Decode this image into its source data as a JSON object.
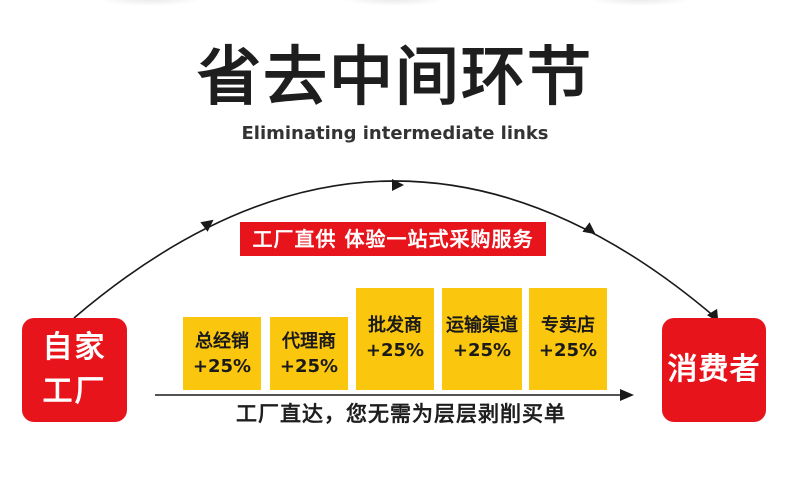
{
  "header": {
    "title": "省去中间环节",
    "subtitle": "Eliminating intermediate links"
  },
  "banner": {
    "text": "工厂直供 体验一站式采购服务"
  },
  "source": {
    "line1": "自家",
    "line2": "工厂"
  },
  "consumer": {
    "label": "消费者"
  },
  "tiers": [
    {
      "label": "总经销",
      "markup": "+25%"
    },
    {
      "label": "代理商",
      "markup": "+25%"
    },
    {
      "label": "批发商",
      "markup": "+25%"
    },
    {
      "label": "运输渠道",
      "markup": "+25%"
    },
    {
      "label": "专卖店",
      "markup": "+25%"
    }
  ],
  "tagline": "工厂直达，您无需为层层剥削买单",
  "colors": {
    "accent_red": "#e8141c",
    "tier_yellow": "#fbc70e",
    "text_dark": "#1e1e1e"
  },
  "icons": {
    "arrowheads": "triangle-arrow"
  }
}
